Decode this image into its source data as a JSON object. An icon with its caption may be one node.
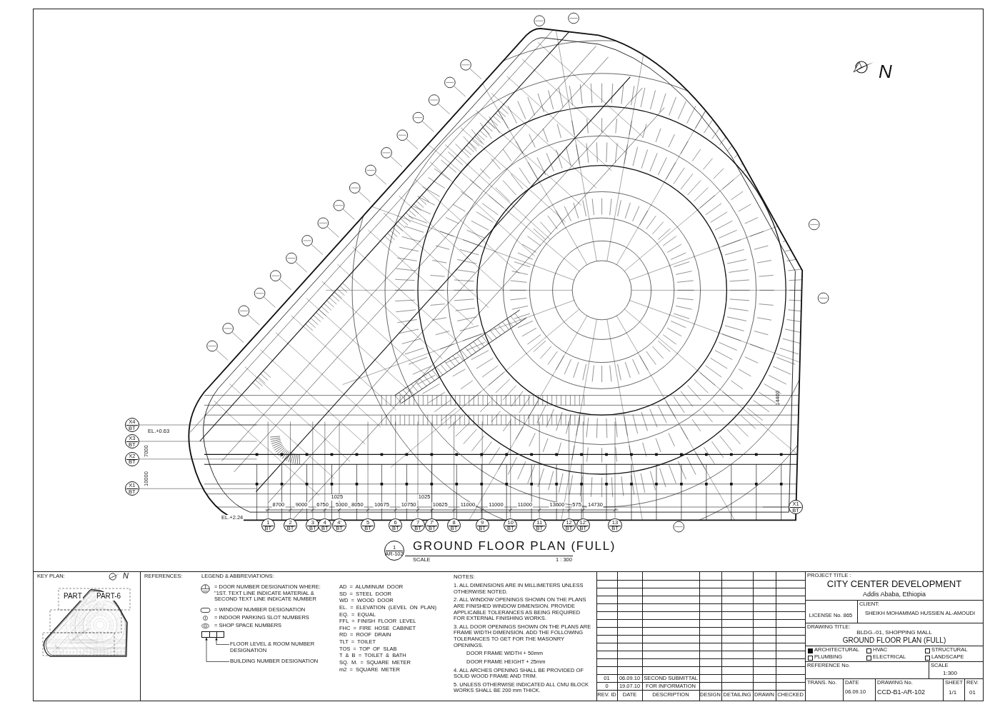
{
  "diagram": {
    "title": "GROUND FLOOR PLAN (FULL)",
    "nodes": [
      {
        "text": [],
        "shape": "box"
      },
      {
        "text": [
          "FLOOR LEVEL & ROOM NUMBER DESIGNATION"
        ]
      },
      {
        "text": [
          "BUILDING NUMBER DESIGNATION"
        ]
      }
    ],
    "edges": [
      {
        "from": 1,
        "to": 0,
        "arrow": "to"
      },
      {
        "from": 2,
        "to": 0,
        "arrow": "to"
      }
    ],
    "labels": [
      "N",
      "X4",
      "BT",
      "X3",
      "BT",
      "X2",
      "BT",
      "X1",
      "BT",
      "X1",
      "BT",
      "EL.+0.63",
      "EL.+2.24",
      "7000",
      "10000",
      "14400",
      "8700",
      "9000",
      "6750",
      "1025",
      "5300",
      "8050",
      "10675",
      "10750",
      "1025",
      "10625",
      "11000",
      "11000",
      "11000",
      "13600",
      "575",
      "14730",
      "1",
      "BT",
      "2",
      "BT",
      "3",
      "BT",
      "4",
      "BT",
      "4'",
      "BT",
      "5",
      "BT",
      "6",
      "BT",
      "7",
      "BT",
      "7'",
      "BT",
      "8",
      "BT",
      "9",
      "BT",
      "10",
      "BT",
      "11",
      "BT",
      "12",
      "BT",
      "12'",
      "BT",
      "13",
      "BT",
      "1",
      "AR-102",
      "SCALE",
      "1 : 300",
      "KEY PLAN:",
      "PART",
      "PART-6",
      "N",
      "REFERENCES:",
      "LEGEND & ABBREVIATIONS:",
      "AD = ALUMINUM DOOR",
      "SD = STEEL DOOR",
      "WD = WOOD DOOR",
      "EL. = ELEVATION (LEVEL ON PLAN)",
      "EQ. = EQUAL",
      "FFL = FINISH FLOOR LEVEL",
      "FHC = FIRE HOSE CABINET",
      "RD = ROOF DRAIN",
      "TLT = TOILET",
      "TOS = TOP OF SLAB",
      "T & B = TOILET & BATH",
      "SQ. M. = SQUARE METER",
      "m2 = SQUARE METER",
      "NOTES:",
      "1. ALL DIMENSIONS ARE IN MILLIMETERS UNLESS OTHERWISE NOTED.",
      "2. ALL WINDOW OPENINGS SHOWN ON THE PLANS ARE FINISHED WINDOW DIMENSION. PROVIDE APPLICABLE TOLERANCES AS BEING REQUIRED FOR EXTERNAL FINISHING WORKS.",
      "3. ALL DOOR OPENINGS SHOWN ON THE PLANS ARE FRAME WIDTH DIMENSION. ADD THE FOLLOWING TOLERANCES TO GET FOR THE MASONRY OPENINGS.",
      "DOOR FRAME WIDTH + 50mm",
      "DOOR FRAME HEIGHT + 25mm",
      "4. ALL ARCHES OPENING SHALL BE PROVIDED OF SOLID WOOD FRAME AND TRIM.",
      "5. UNLESS OTHERWISE INDICATED ALL CMU BLOCK WORKS SHALL BE 200 mm THICK.",
      "01",
      "06.09.10",
      "SECOND SUBMITTAL",
      "0",
      "19.07.10",
      "FOR INFORMATION",
      "REV. ID",
      "DATE",
      "DESCRIPTION",
      "DESIGN",
      "DETAILING",
      "DRAWN",
      "CHECKED",
      "PROJECT TITLE :",
      "CITY CENTER DEVELOPMENT",
      "Addis Ababa, Ethiopia",
      "CLIENT:",
      "SHEIKH MOHAMMAD HUSSIEN AL-AMOUDI",
      "LICENSE No. 865",
      "DRAWING TITLE:",
      "BLDG.-01, SHOPPING MALL",
      "GROUND FLOOR PLAN (FULL)",
      "ARCHITECTURAL",
      "HVAC",
      "STRUCTURAL",
      "PLUMBING",
      "ELECTRICAL",
      "LANDSCAPE",
      "REFERENCE No.",
      "SCALE",
      "1:300",
      "TRANS. No.",
      "DATE",
      "06.09.10",
      "DRAWING No.",
      "CCD-B1-AR-102",
      "SHEET",
      "1/1",
      "REV.",
      "01"
    ],
    "legend": [
      {
        "text": "= DOOR NUMBER DESIGNATION WHERE: \"1ST. TEXT LINE INDICATE MATERIAL & SECOND TEXT LINE INDICATE NUMBER"
      },
      {
        "text": "= WINDOW NUMBER DESIGNATION"
      },
      {
        "text": "= INDOOR PARKING SLOT NUMBERS"
      },
      {
        "text": "= SHOP SPACE NUMBERS"
      }
    ]
  }
}
